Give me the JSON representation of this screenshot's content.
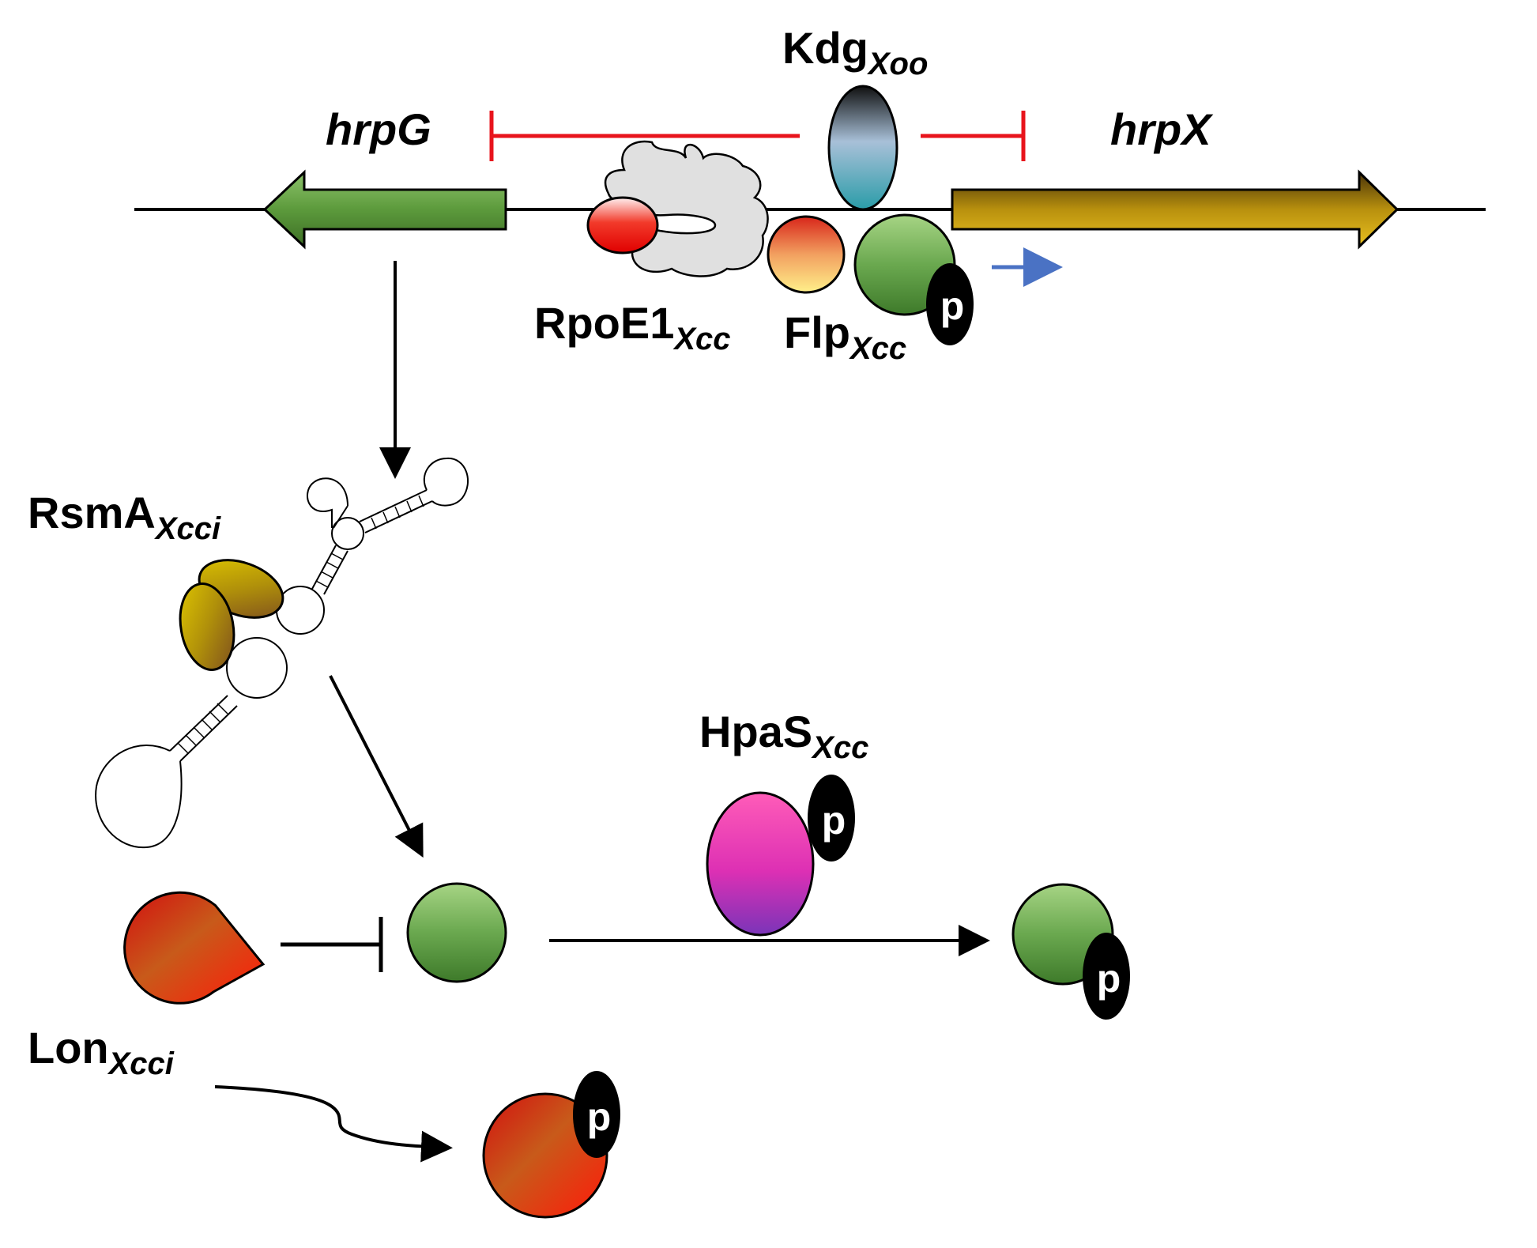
{
  "labels": {
    "hrpG": "hrpG",
    "hrpX": "hrpX",
    "kdg_main": "Kdg",
    "kdg_sub": "Xoo",
    "rpoe1_main": "RpoE1",
    "rpoe1_sub": "Xcc",
    "flp_main": "Flp",
    "flp_sub": "Xcc",
    "rsma_main": "RsmA",
    "rsma_sub": "Xcci",
    "hpas_main": "HpaS",
    "hpas_sub": "Xcc",
    "lon_main": "Lon",
    "lon_sub": "Xcci",
    "phospho": "p"
  },
  "colors": {
    "activation": "#000000",
    "repression_red": "#e8141c",
    "transcription_arrow": "#4a72c4",
    "hrpG_gene": "#5c9a3c",
    "hrpX_gene": "#c49a14",
    "flp_protein": "#6aa84f",
    "hpas_protein": "#d23bb3",
    "lon_protease": "#e0301a",
    "rsma_protein": "#b8960a",
    "kdg_protein": "#8ab4cc",
    "rnap": "#e0e0e0"
  }
}
